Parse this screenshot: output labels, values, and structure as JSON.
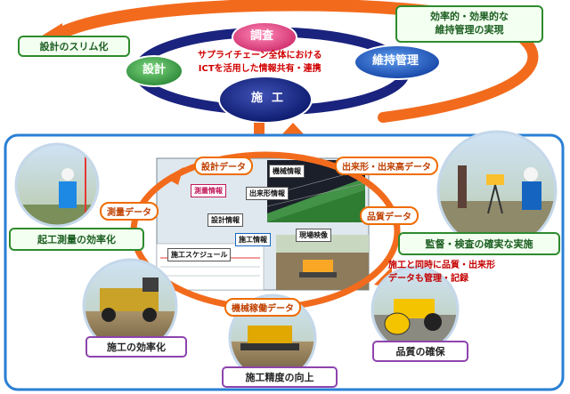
{
  "cycle": {
    "chosa": "調査",
    "sekkei": "設計",
    "iji_kanri": "維持管理",
    "seko": "施工",
    "center_note_line1": "サプライチェーン全体における",
    "center_note_line2": "ICTを活用した情報共有・連携"
  },
  "callouts_green": {
    "sekkei_slim": "設計のスリム化",
    "koritsu_line1": "効率的・効果的な",
    "koritsu_line2": "維持管理の実現",
    "kikou_sokuryo": "起工測量の効率化",
    "kantoku_kensa": "監督・検査の確実な実施"
  },
  "callouts_purple": {
    "seko_koritsu": "施工の効率化",
    "seko_seido": "施工精度の向上",
    "hinshitsu_kakuho": "品質の確保"
  },
  "ring_labels": {
    "sekkei_data": "設計データ",
    "dekigata_data": "出来形・出来高データ",
    "sokuryo_data": "測量データ",
    "hinshitsu_data": "品質データ",
    "kikai_data": "機械稼働データ"
  },
  "red_note_line1": "施工と同時に品質・出来形",
  "red_note_line2": "データも管理・記録",
  "screen_boxes": {
    "kikai_joho": "機械情報",
    "sokuryo_joho": "測量情報",
    "dekigata_joho": "出来形情報",
    "sekkei_joho": "設計情報",
    "genba_eizo": "現場映像",
    "seko_joho": "施工情報",
    "seko_schedule": "施工スケジュール"
  },
  "colors": {
    "orange_arrow": "#f26b1d",
    "navy_arrow": "#1a237e",
    "frame_blue": "#2a7fd4",
    "green_border": "#2e8b2e",
    "purple_border": "#8e44ad",
    "chosa_pink": "#e8528f",
    "sekkei_green": "#43a047",
    "iji_blue": "#1e63c4",
    "seko_navy": "#1a2a8c"
  }
}
